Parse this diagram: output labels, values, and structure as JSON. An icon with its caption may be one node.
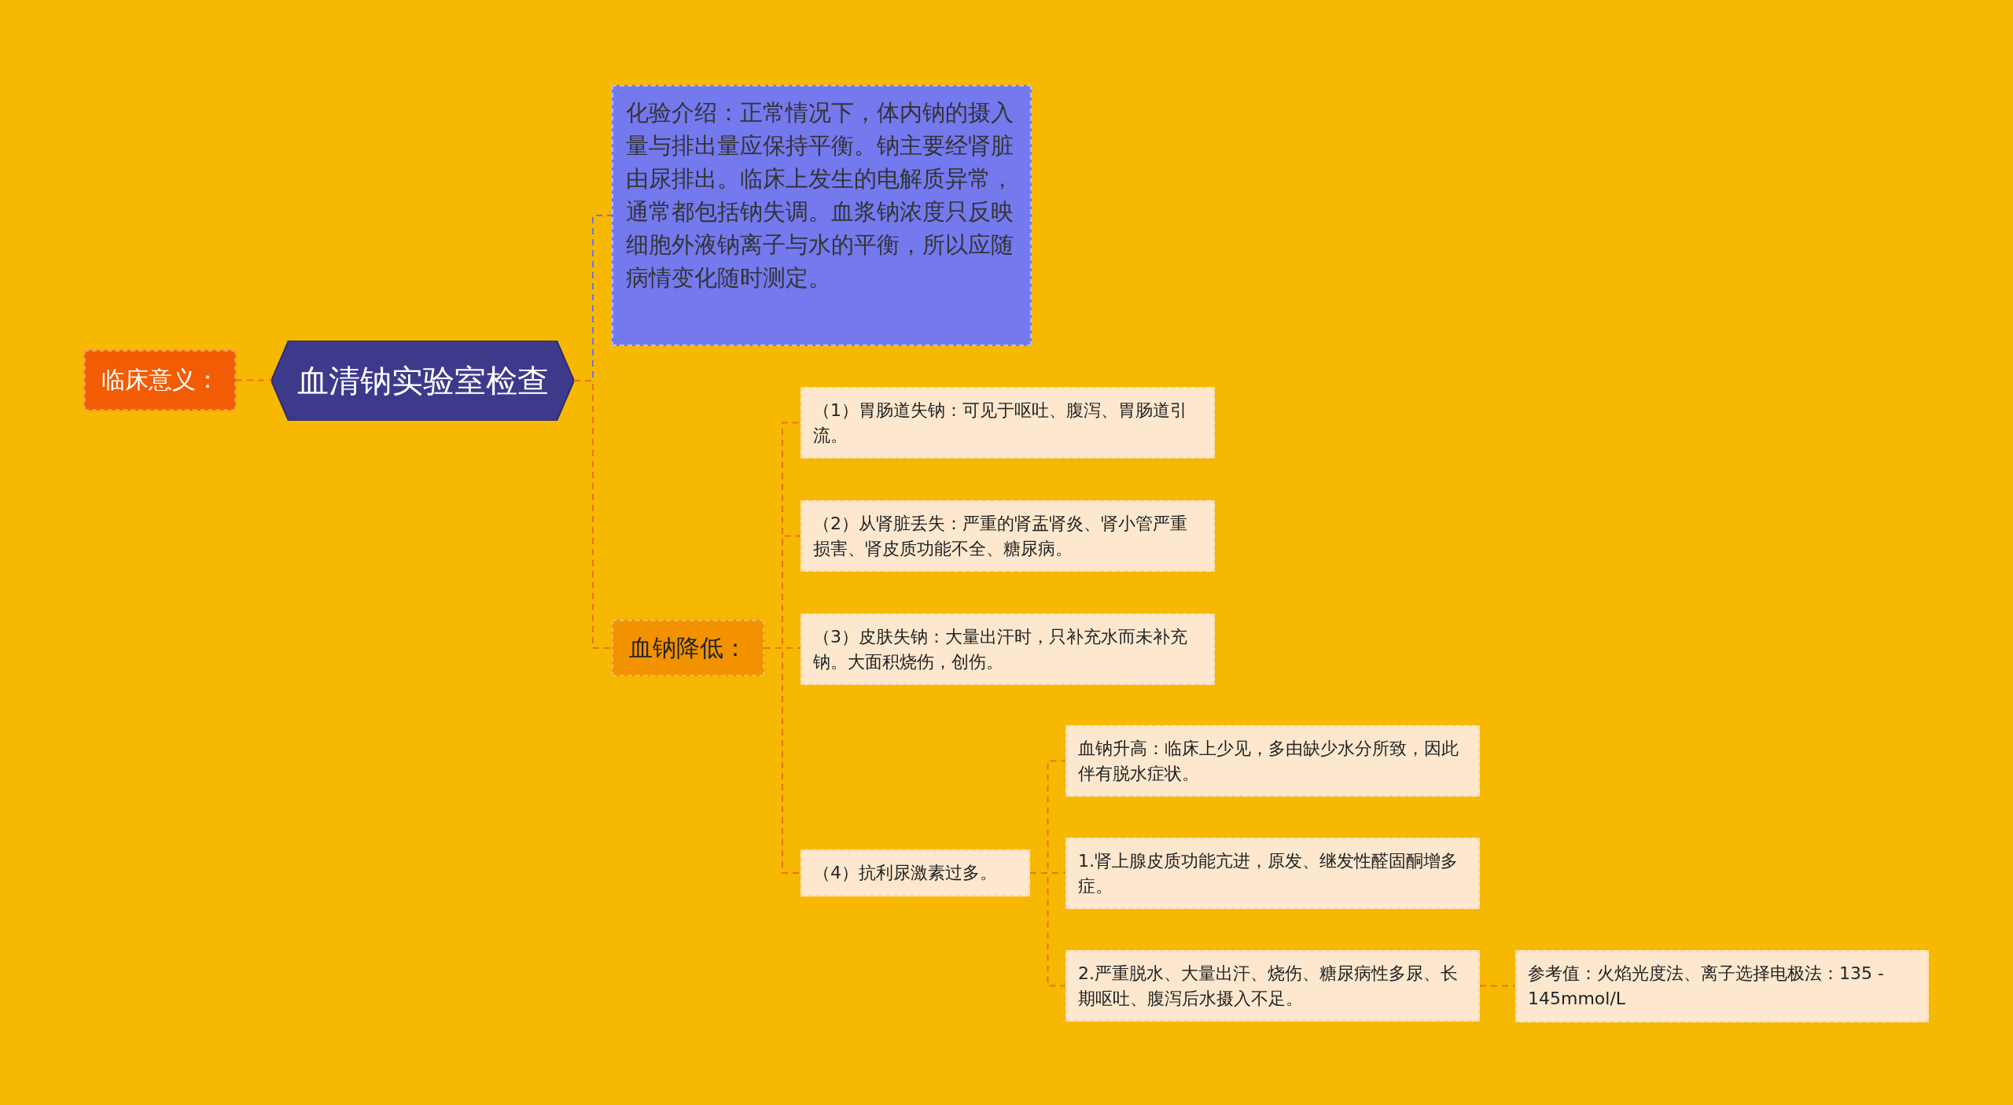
{
  "diagram": {
    "nodes": [
      {
        "text": [
          "临床意义："
        ]
      },
      {
        "text": [
          "血清钠实验室检查"
        ]
      },
      {
        "text": [
          "化验介绍：正常情况下，体内钠的摄入量与排出量应保持平衡。钠主要经肾脏由尿排出。临床上发生的电解质异常，通常都包括钠失调。血浆钠浓度只反映细胞外液钠离子与水的平衡，所以应随病情变化随时测定。"
        ]
      },
      {
        "text": [
          "血钠降低："
        ]
      },
      {
        "text": [
          "（1）胃肠道失钠：可见于呕吐、腹泻、胃肠道引流。"
        ]
      },
      {
        "text": [
          "（2）从肾脏丢失：严重的肾盂肾炎、肾小管严重损害、肾皮质功能不全、糖尿病。"
        ]
      },
      {
        "text": [
          "（3）皮肤失钠：大量出汗时，只补充水而未补充钠。大面积烧伤，创伤。"
        ]
      },
      {
        "text": [
          "（4）抗利尿激素过多。"
        ]
      },
      {
        "text": [
          "血钠升高：临床上少见，多由缺少水分所致，因此伴有脱水症状。"
        ]
      },
      {
        "text": [
          "1.肾上腺皮质功能亢进，原发、继发性醛固酮增多症。"
        ]
      },
      {
        "text": [
          "2.严重脱水、大量出汗、烧伤、糖尿病性多尿、长期呕吐、腹泻后水摄入不足。"
        ]
      },
      {
        "text": [
          "参考值：火焰光度法、离子选择电极法：135 - 145mmol/L"
        ]
      }
    ],
    "edges": [
      {
        "from": 0,
        "to": 1,
        "arrow": "none",
        "style": "dashed"
      },
      {
        "from": 1,
        "to": 2,
        "arrow": "none",
        "style": "dashed",
        "color": "#6c72e8"
      },
      {
        "from": 1,
        "to": 3,
        "arrow": "none",
        "style": "dashed"
      },
      {
        "from": 3,
        "to": 4,
        "arrow": "none",
        "style": "dashed"
      },
      {
        "from": 3,
        "to": 5,
        "arrow": "none",
        "style": "dashed"
      },
      {
        "from": 3,
        "to": 6,
        "arrow": "none",
        "style": "dashed"
      },
      {
        "from": 3,
        "to": 7,
        "arrow": "none",
        "style": "dashed"
      },
      {
        "from": 7,
        "to": 8,
        "arrow": "none",
        "style": "dashed"
      },
      {
        "from": 7,
        "to": 9,
        "arrow": "none",
        "style": "dashed"
      },
      {
        "from": 7,
        "to": 10,
        "arrow": "none",
        "style": "dashed"
      },
      {
        "from": 10,
        "to": 11,
        "arrow": "none",
        "style": "dashed"
      }
    ]
  }
}
